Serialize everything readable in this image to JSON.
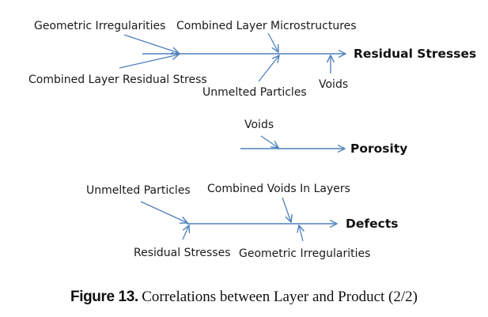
{
  "diagrams": [
    {
      "effect": "Residual Stresses",
      "causes": [
        "Geometric Irregularities",
        "Combined Layer Microstructures",
        "Combined Layer Residual Stress",
        "Unmelted Particles",
        "Voids"
      ]
    },
    {
      "effect": "Porosity",
      "causes": [
        "Voids"
      ]
    },
    {
      "effect": "Defects",
      "causes": [
        "Unmelted Particles",
        "Combined Voids In Layers",
        "Residual Stresses",
        "Geometric Irregularities"
      ]
    }
  ],
  "caption": {
    "label": "Figure 13.",
    "text": "Correlations between Layer and Product (2/2)"
  },
  "colors": {
    "arrow": "#4f81bd",
    "text": "#1a1a1a"
  }
}
